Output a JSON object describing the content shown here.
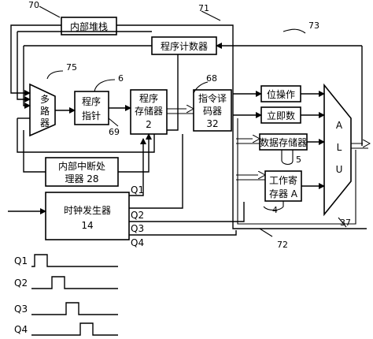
{
  "blocks": {
    "stack": "内部堆栈",
    "pc": "程序计数器",
    "mux": [
      "多",
      "路",
      "器"
    ],
    "ptr": [
      "程序",
      "指针"
    ],
    "prog_mem": [
      "程序",
      "存储器",
      "2"
    ],
    "decoder": [
      "指令译",
      "码器",
      "32"
    ],
    "bitop": "位操作",
    "imm": "立即数",
    "data_mem": "数据存储器",
    "work_reg": [
      "工作寄",
      "存器 A"
    ],
    "alu": [
      "A",
      "L",
      "U"
    ],
    "irq": [
      "内部中断处",
      "理器 28"
    ],
    "clock": [
      "时钟发生器",
      "14"
    ]
  },
  "refs": {
    "r70": "70",
    "r71": "71",
    "r73": "73",
    "r75": "75",
    "r6": "6",
    "r68": "68",
    "r69": "69",
    "r5": "5",
    "r4": "4",
    "r37": "37",
    "r72": "72"
  },
  "signals": {
    "q1": "Q1",
    "q2": "Q2",
    "q3": "Q3",
    "q4": "Q4"
  },
  "timing": {
    "q1": "Q1",
    "q2": "Q2",
    "q3": "Q3",
    "q4": "Q4"
  }
}
